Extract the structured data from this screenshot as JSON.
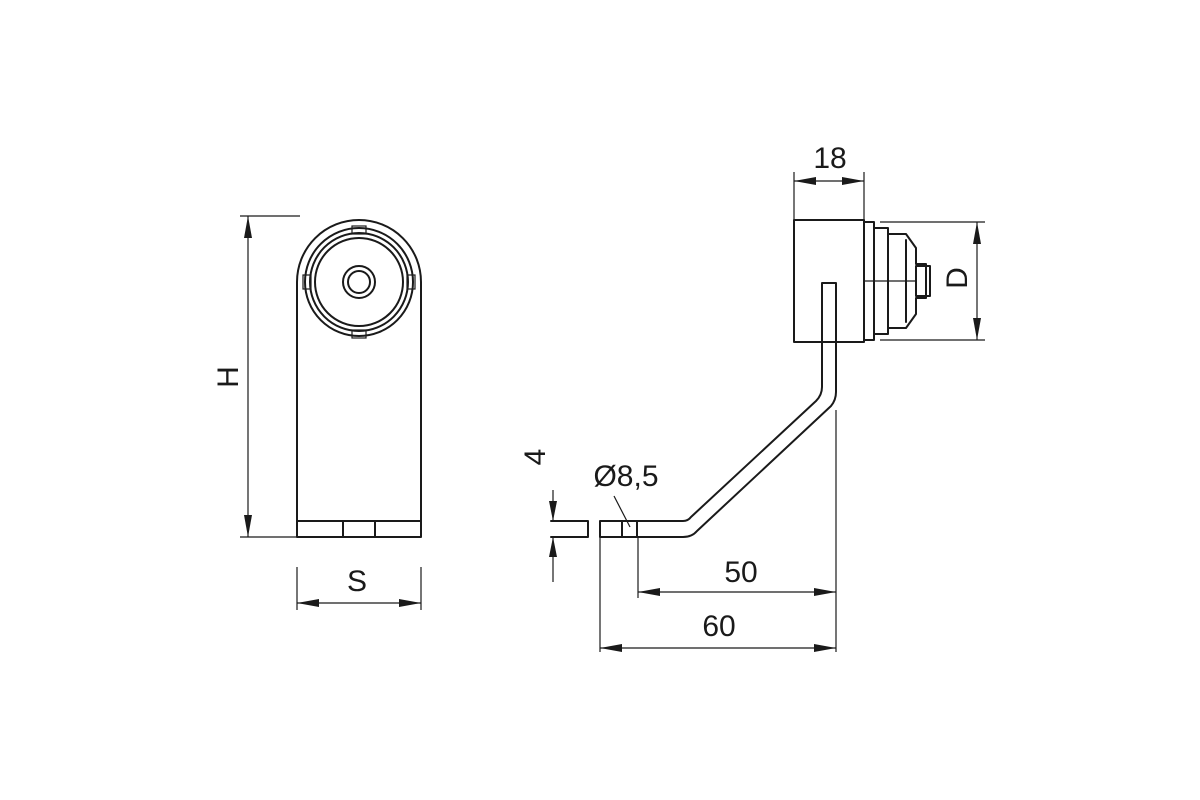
{
  "dimensions": {
    "height_label": "H",
    "width_label": "S",
    "top_width_label": "18",
    "diameter_label": "D",
    "thickness_label": "4",
    "hole_label": "Ø8,5",
    "hole_offset_label": "50",
    "overall_length_label": "60"
  }
}
